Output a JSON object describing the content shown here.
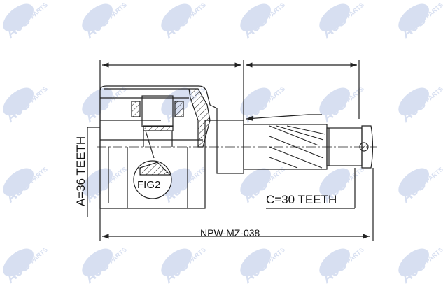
{
  "watermark": {
    "text": "AJS",
    "subtext": "PARTS",
    "color": "#b8c6e6"
  },
  "drawing": {
    "part_number": "NPW-MZ-038",
    "spline_a": "A=36 TEETH",
    "spline_c": "C=30 TEETH",
    "figure_label": "FIG2"
  }
}
